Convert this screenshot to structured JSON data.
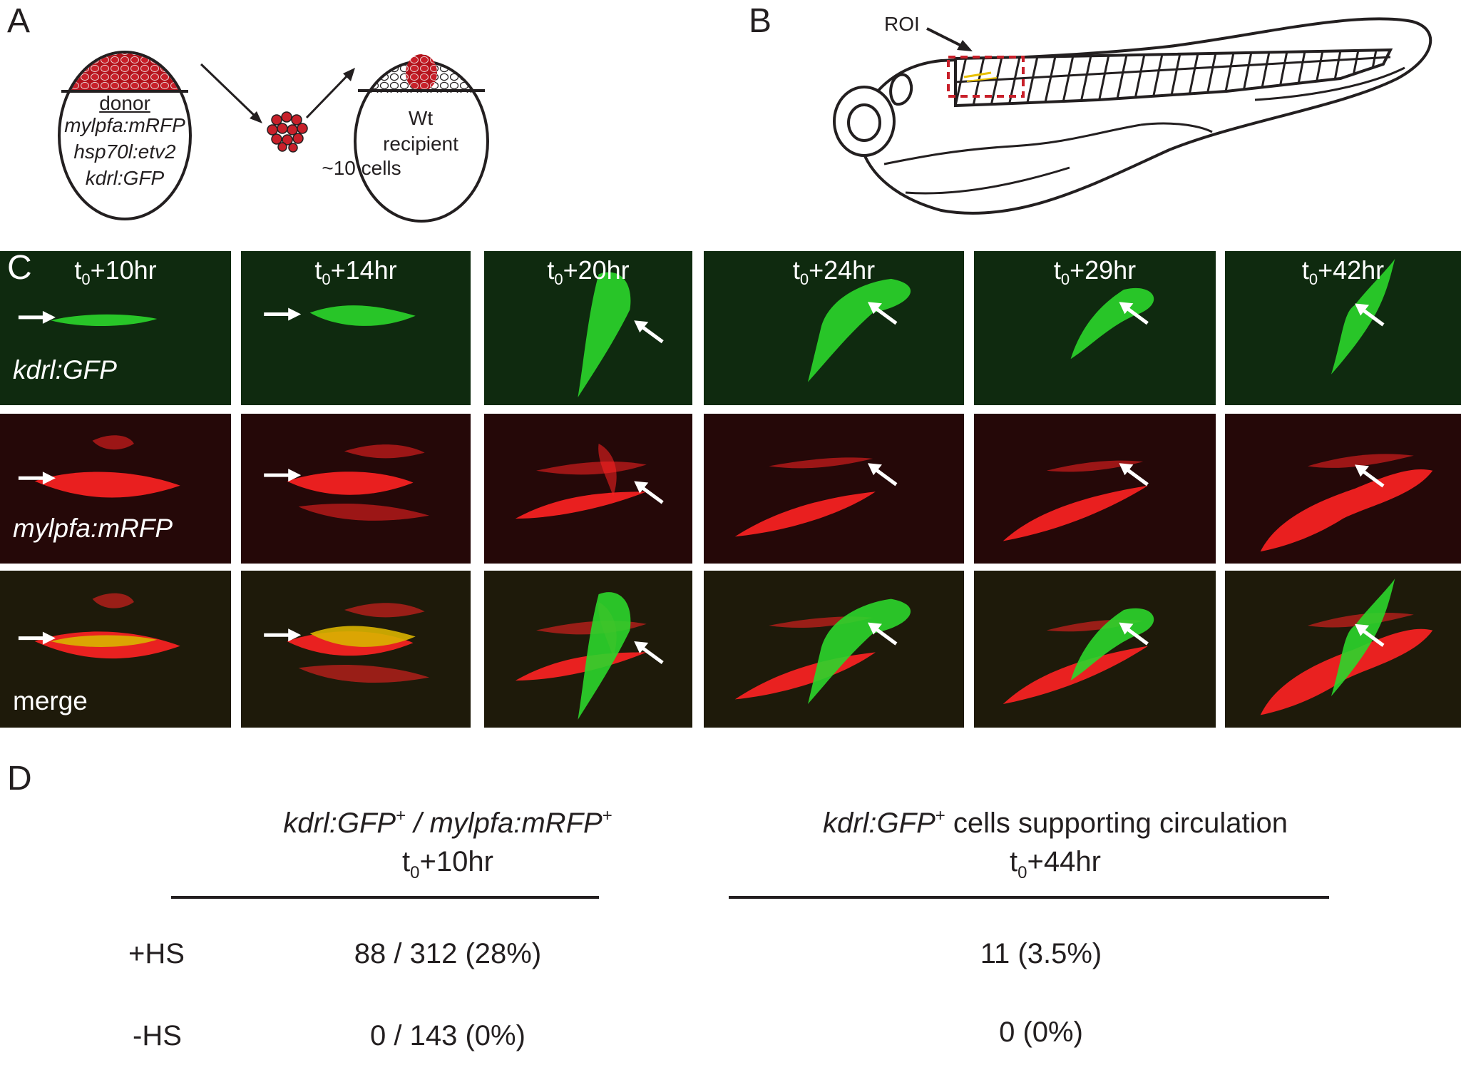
{
  "panelA": {
    "letter": "A",
    "donor_label": "donor",
    "donor_lines": [
      "mylpfa:mRFP",
      "hsp70l:etv2",
      "kdrl:GFP"
    ],
    "cells_label": "~10 cells",
    "recipient_lines": [
      "Wt",
      "recipient"
    ]
  },
  "panelB": {
    "letter": "B",
    "roi_label": "ROI"
  },
  "panelC": {
    "letter": "C",
    "timepoints": [
      {
        "t": "t",
        "sub": "0",
        "rest": "+10hr"
      },
      {
        "t": "t",
        "sub": "0",
        "rest": "+14hr"
      },
      {
        "t": "t",
        "sub": "0",
        "rest": "+20hr"
      },
      {
        "t": "t",
        "sub": "0",
        "rest": "+24hr"
      },
      {
        "t": "t",
        "sub": "0",
        "rest": "+29hr"
      },
      {
        "t": "t",
        "sub": "0",
        "rest": "+42hr"
      }
    ],
    "rows": [
      "kdrl:GFP",
      "mylpfa:mRFP",
      "merge"
    ],
    "colors": {
      "green": "#2bd62b",
      "red": "#ff2222",
      "green_bg": "#0f2a0f",
      "red_bg": "#250808",
      "merge_bg": "#1e1a0a"
    }
  },
  "panelD": {
    "letter": "D",
    "col1_head_a": "kdrl:GFP",
    "col1_head_sep": " / ",
    "col1_head_b": "mylpfa:mRFP",
    "col1_time_t": "t",
    "col1_time_sub": "0",
    "col1_time_rest": "+10hr",
    "col2_head_a": "kdrl:GFP",
    "col2_head_rest": " cells supporting circulation",
    "col2_time_t": "t",
    "col2_time_sub": "0",
    "col2_time_rest": "+44hr",
    "sup_plus": "+",
    "rows": [
      {
        "label": "+HS",
        "col1": "88 / 312 (28%)",
        "col2": "11 (3.5%)"
      },
      {
        "label": "-HS",
        "col1": "0 / 143 (0%)",
        "col2": "0 (0%)"
      }
    ]
  }
}
